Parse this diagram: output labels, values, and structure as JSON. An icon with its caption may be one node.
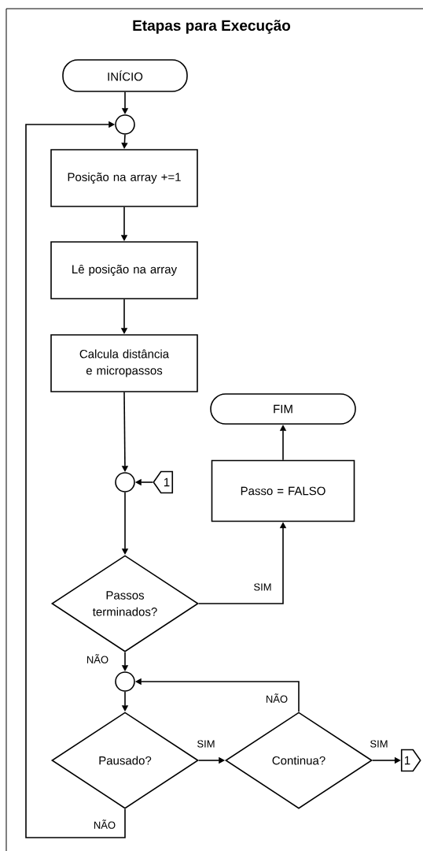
{
  "diagram": {
    "title": "Etapas para Execução",
    "nodes": [
      {
        "text": [
          "INÍCIO"
        ]
      },
      {
        "text": [],
        "shape": "circle"
      },
      {
        "text": [
          "Posição na array +=1"
        ]
      },
      {
        "text": [
          "Lê posição na array"
        ]
      },
      {
        "text": [
          "Calcula distância e micropassos"
        ]
      },
      {
        "text": [],
        "shape": "circle"
      },
      {
        "text": [
          "1"
        ]
      },
      {
        "text": [
          "Passo = FALSO"
        ]
      },
      {
        "text": [
          "FIM"
        ]
      },
      {
        "text": [
          "Passos terminados?"
        ]
      },
      {
        "text": [],
        "shape": "circle"
      },
      {
        "text": [
          "Pausado?"
        ]
      },
      {
        "text": [
          "Continua?"
        ]
      },
      {
        "text": [
          "1"
        ]
      }
    ],
    "edges": [
      {
        "from": 0,
        "to": 1,
        "arrow": "to"
      },
      {
        "from": 1,
        "to": 2,
        "arrow": "to"
      },
      {
        "from": 2,
        "to": 3,
        "arrow": "to"
      },
      {
        "from": 3,
        "to": 4,
        "arrow": "to"
      },
      {
        "from": 4,
        "to": 5,
        "arrow": "to"
      },
      {
        "from": 6,
        "to": 5,
        "arrow": "to"
      },
      {
        "from": 5,
        "to": 9,
        "arrow": "to"
      },
      {
        "from": 9,
        "to": 7,
        "arrow": "to",
        "label": "SIM"
      },
      {
        "from": 7,
        "to": 8,
        "arrow": "to"
      },
      {
        "from": 9,
        "to": 10,
        "arrow": "to",
        "label": "NÃO"
      },
      {
        "from": 10,
        "to": 11,
        "arrow": "to"
      },
      {
        "from": 11,
        "to": 12,
        "arrow": "to",
        "label": "SIM"
      },
      {
        "from": 12,
        "to": 13,
        "arrow": "to",
        "label": "SIM"
      },
      {
        "from": 12,
        "to": 10,
        "arrow": "to",
        "label": "NÃO"
      },
      {
        "from": 11,
        "to": 1,
        "arrow": "to",
        "label": "NÃO"
      }
    ]
  }
}
